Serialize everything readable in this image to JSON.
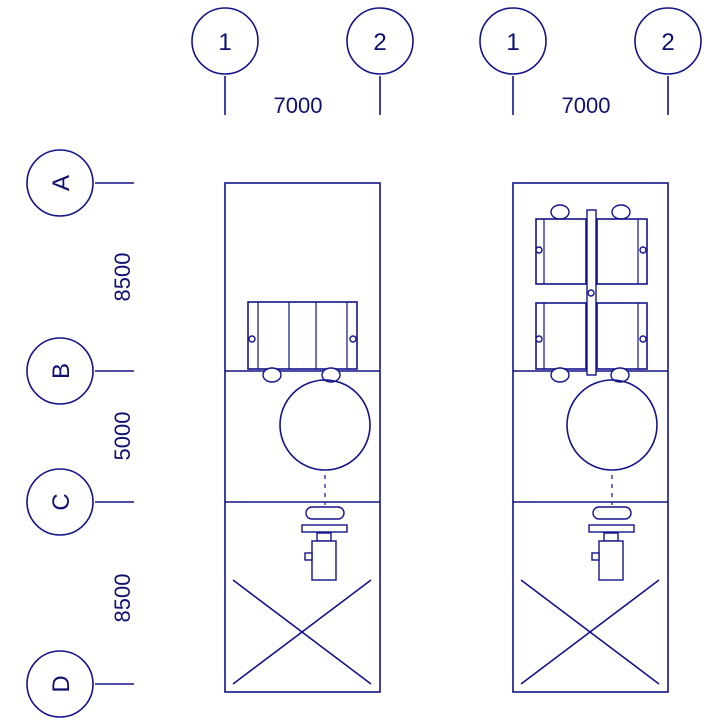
{
  "colors": {
    "ink": "#13138a",
    "text": "#10106e",
    "background": "#ffffff"
  },
  "grid": {
    "columns_left": [
      "1",
      "2"
    ],
    "columns_right": [
      "1",
      "2"
    ],
    "rows": [
      "A",
      "B",
      "C",
      "D"
    ]
  },
  "dimensions": {
    "bay_width_left": "7000",
    "bay_width_right": "7000",
    "span_ab": "8500",
    "span_bc": "5000",
    "span_cd": "8500"
  }
}
